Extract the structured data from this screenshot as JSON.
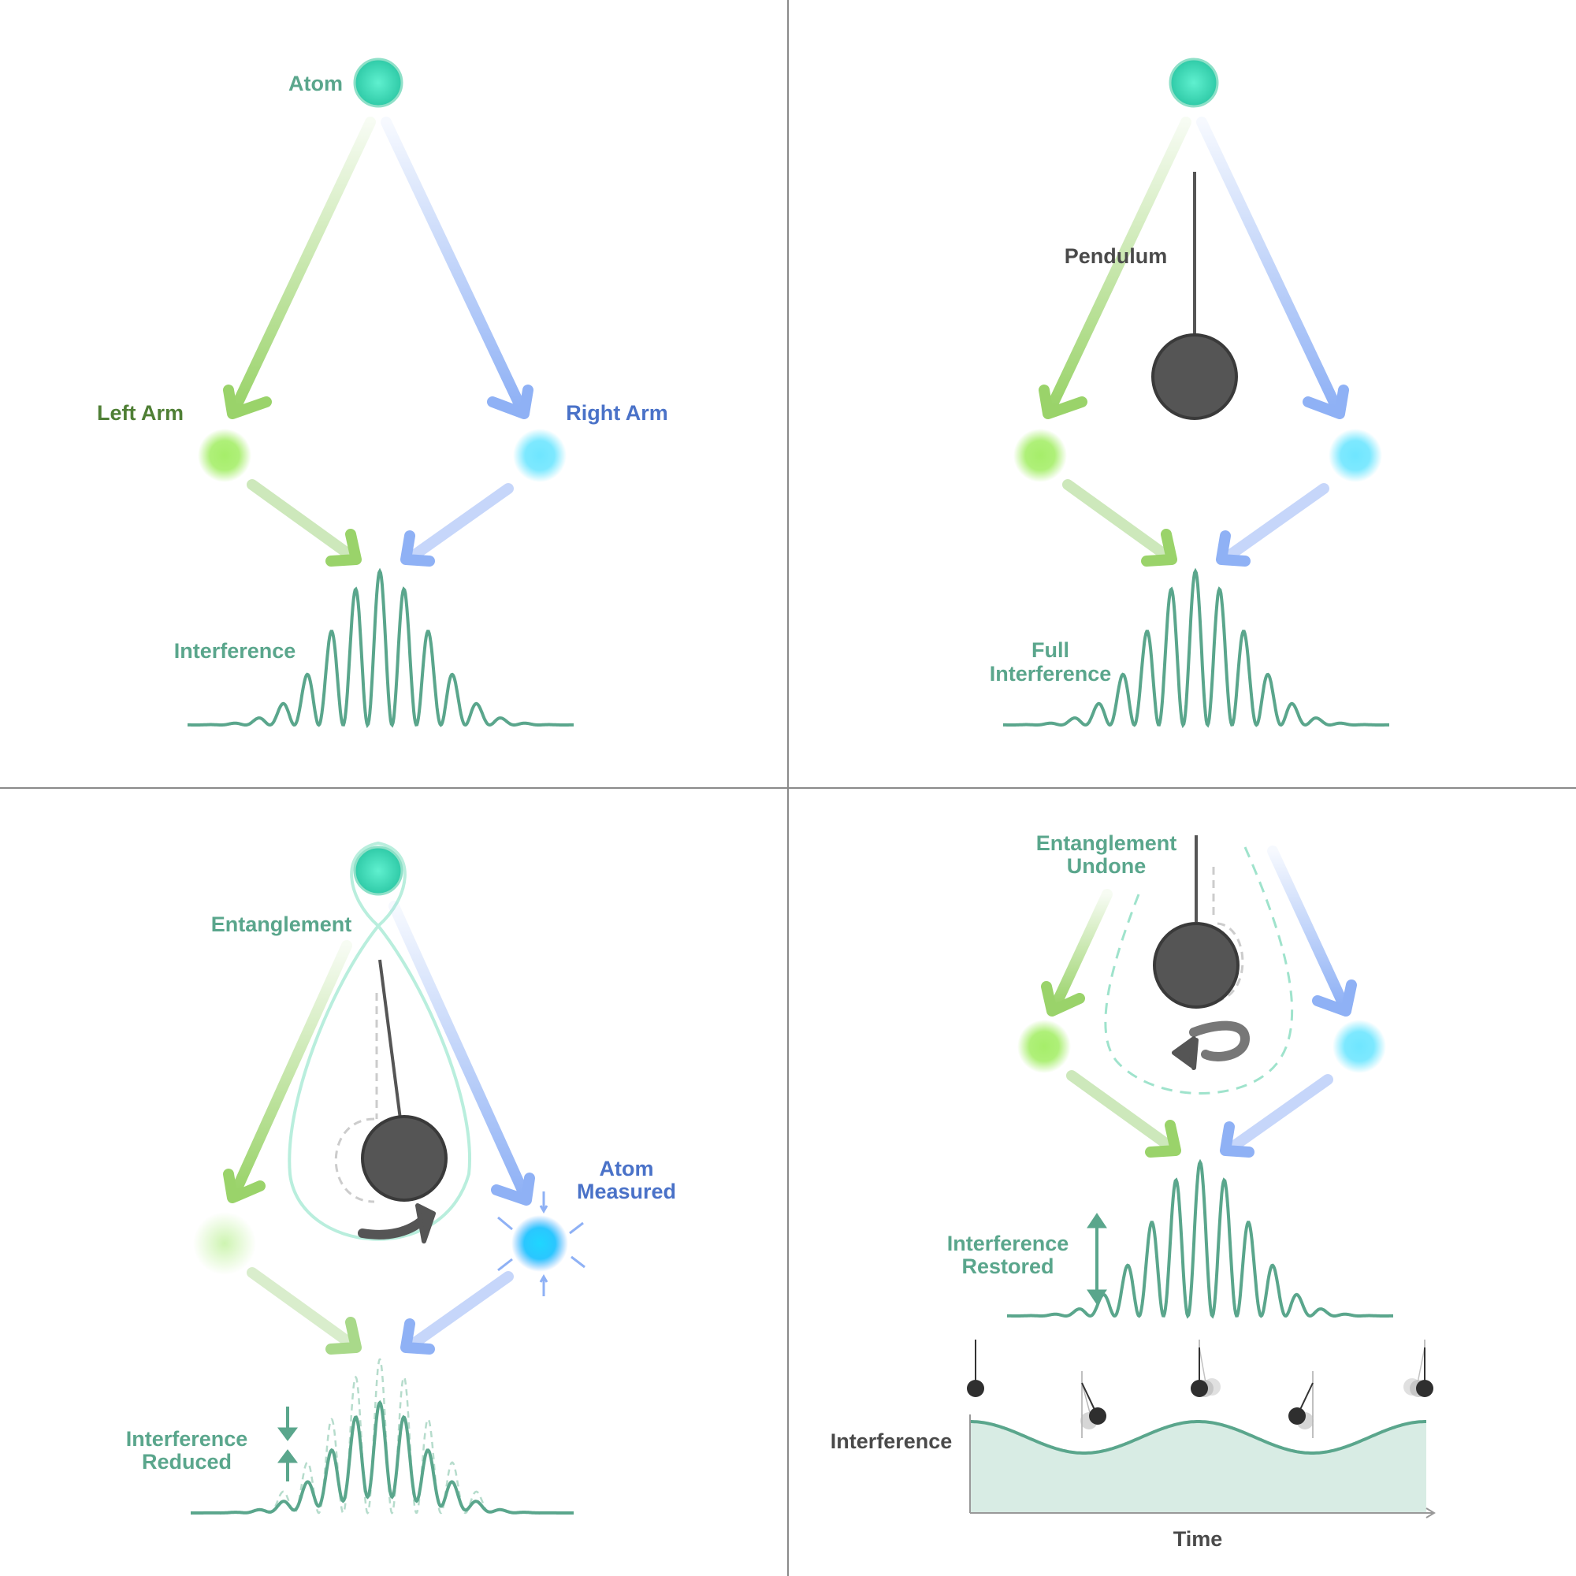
{
  "colors": {
    "teal": "#5aa68c",
    "atom": "#3ed9b8",
    "left_arm": "#9ad36a",
    "right_arm": "#8fb1f5",
    "left_dot": "#a6ee6a",
    "right_dot": "#6fe6ff",
    "measured_dot": "#1fd6ff",
    "pendulum": "#505050",
    "divider": "#8a8a8a"
  },
  "panels": {
    "top_left": {
      "atom_label": "Atom",
      "left_arm_label": "Left Arm",
      "right_arm_label": "Right Arm",
      "interference_label": "Interference"
    },
    "top_right": {
      "pendulum_label": "Pendulum",
      "interference_label_1": "Full",
      "interference_label_2": "Interference"
    },
    "bottom_left": {
      "entanglement_label": "Entanglement",
      "measured_label_1": "Atom",
      "measured_label_2": "Measured",
      "interference_label_1": "Interference",
      "interference_label_2": "Reduced"
    },
    "bottom_right": {
      "undone_label_1": "Entanglement",
      "undone_label_2": "Undone",
      "restored_label_1": "Interference",
      "restored_label_2": "Restored",
      "plot_ylabel": "Interference",
      "plot_xlabel": "Time"
    }
  }
}
